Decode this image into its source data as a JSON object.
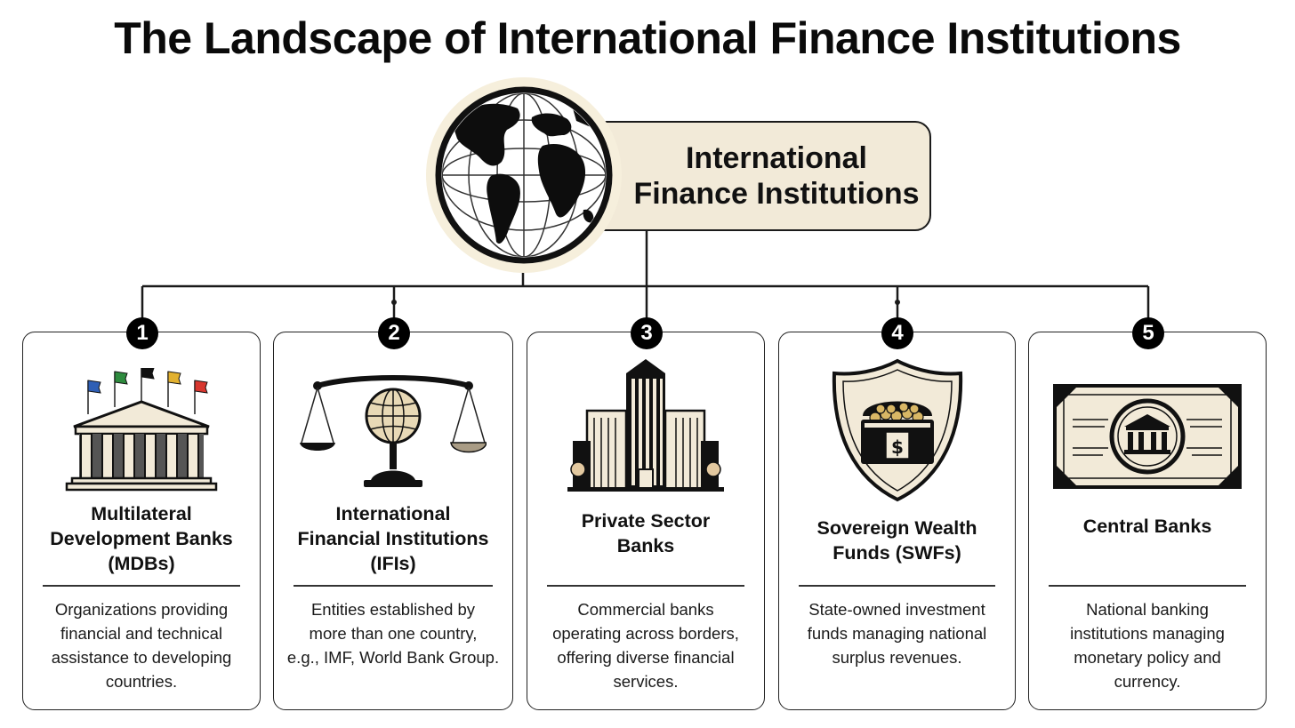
{
  "title": "The Landscape of International Finance Institutions",
  "root": {
    "lines": [
      "International",
      "Finance Institutions"
    ],
    "icon": "globe-icon"
  },
  "categories": [
    {
      "number": "1",
      "icon": "parliament-flags-icon",
      "heading_lines": [
        "Multilateral",
        "Development Banks",
        "(MDBs)"
      ],
      "desc_lines": [
        "Organizations providing",
        "financial and technical",
        "assistance to developing",
        "countries."
      ]
    },
    {
      "number": "2",
      "icon": "scales-globe-icon",
      "heading_lines": [
        "International",
        "Financial Institutions",
        "(IFIs)"
      ],
      "desc_lines": [
        "Entities established by",
        "more than one country,",
        "e.g., IMF, World Bank Group."
      ]
    },
    {
      "number": "3",
      "icon": "skyscraper-icon",
      "heading_lines": [
        "Private Sector",
        "Banks"
      ],
      "desc_lines": [
        "Commercial banks",
        "operating across borders,",
        "offering diverse financial",
        "services."
      ]
    },
    {
      "number": "4",
      "icon": "treasure-shield-icon",
      "heading_lines": [
        "Sovereign Wealth",
        "Funds (SWFs)"
      ],
      "desc_lines": [
        "State-owned investment",
        "funds managing national",
        "surplus revenues."
      ]
    },
    {
      "number": "5",
      "icon": "banknote-icon",
      "heading_lines": [
        "Central Banks"
      ],
      "desc_lines": [
        "National banking",
        "institutions managing",
        "monetary policy and",
        "currency."
      ]
    }
  ],
  "colors": {
    "beige": "#f2ead8",
    "globe_glow": "#f6efdc",
    "ink": "#111111",
    "flags": [
      "#2f5fb5",
      "#2e8b3e",
      "#111111",
      "#e2b12f",
      "#d8372f"
    ]
  }
}
